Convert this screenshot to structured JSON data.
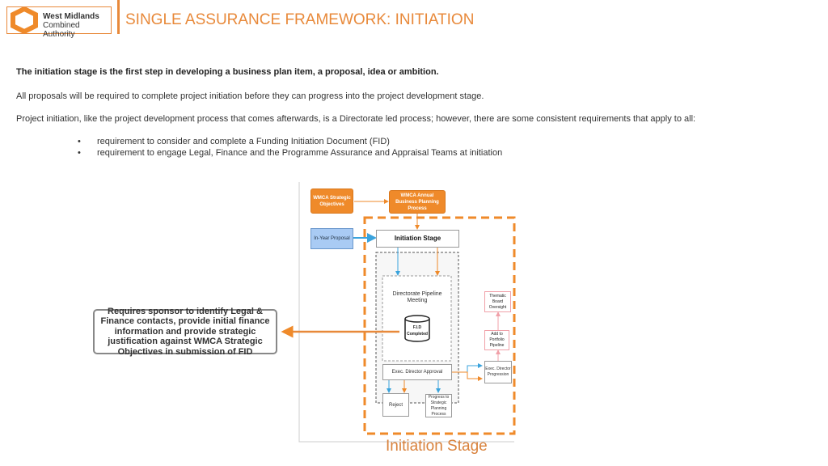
{
  "header": {
    "logo_line1": "West Midlands",
    "logo_line2": "Combined Authority",
    "title": "SINGLE ASSURANCE FRAMEWORK: INITIATION"
  },
  "body": {
    "intro_bold": "The initiation stage is the first step in developing a business plan item, a proposal, idea or ambition.",
    "para1": "All proposals will be required to complete project initiation before they can progress into the project development stage.",
    "para2": "Project initiation, like the project development process that comes afterwards, is a Directorate led process; however, there are some consistent requirements that apply to all:",
    "bullets": [
      "requirement to consider and complete a Funding Initiation Document (FID)",
      "requirement to engage Legal, Finance and the Programme Assurance and Appraisal Teams at initiation"
    ]
  },
  "callout": "Requires sponsor to identify Legal & Finance contacts, provide initial finance information and provide strategic justification against WMCA Strategic Objectives in submission of FID",
  "diagram": {
    "strategic_objectives": "WMCA Strategic Objectives",
    "annual_planning": "WMCA Annual Business Planning Process",
    "in_year": "In-Year Proposal",
    "initiation_stage": "Initiation Stage",
    "pipeline_meeting": "Directorate Pipeline Meeting",
    "fid": "F.I.D Completed",
    "exec_approval": "Exec. Director Approval",
    "reject": "Reject",
    "progress": "Progress to Strategic Planning Process",
    "exec_progression": "Exec. Director Progression",
    "portfolio": "Add to Portfolio Pipeline",
    "thematic": "Thematic Board Oversight",
    "caption": "Initiation Stage"
  }
}
